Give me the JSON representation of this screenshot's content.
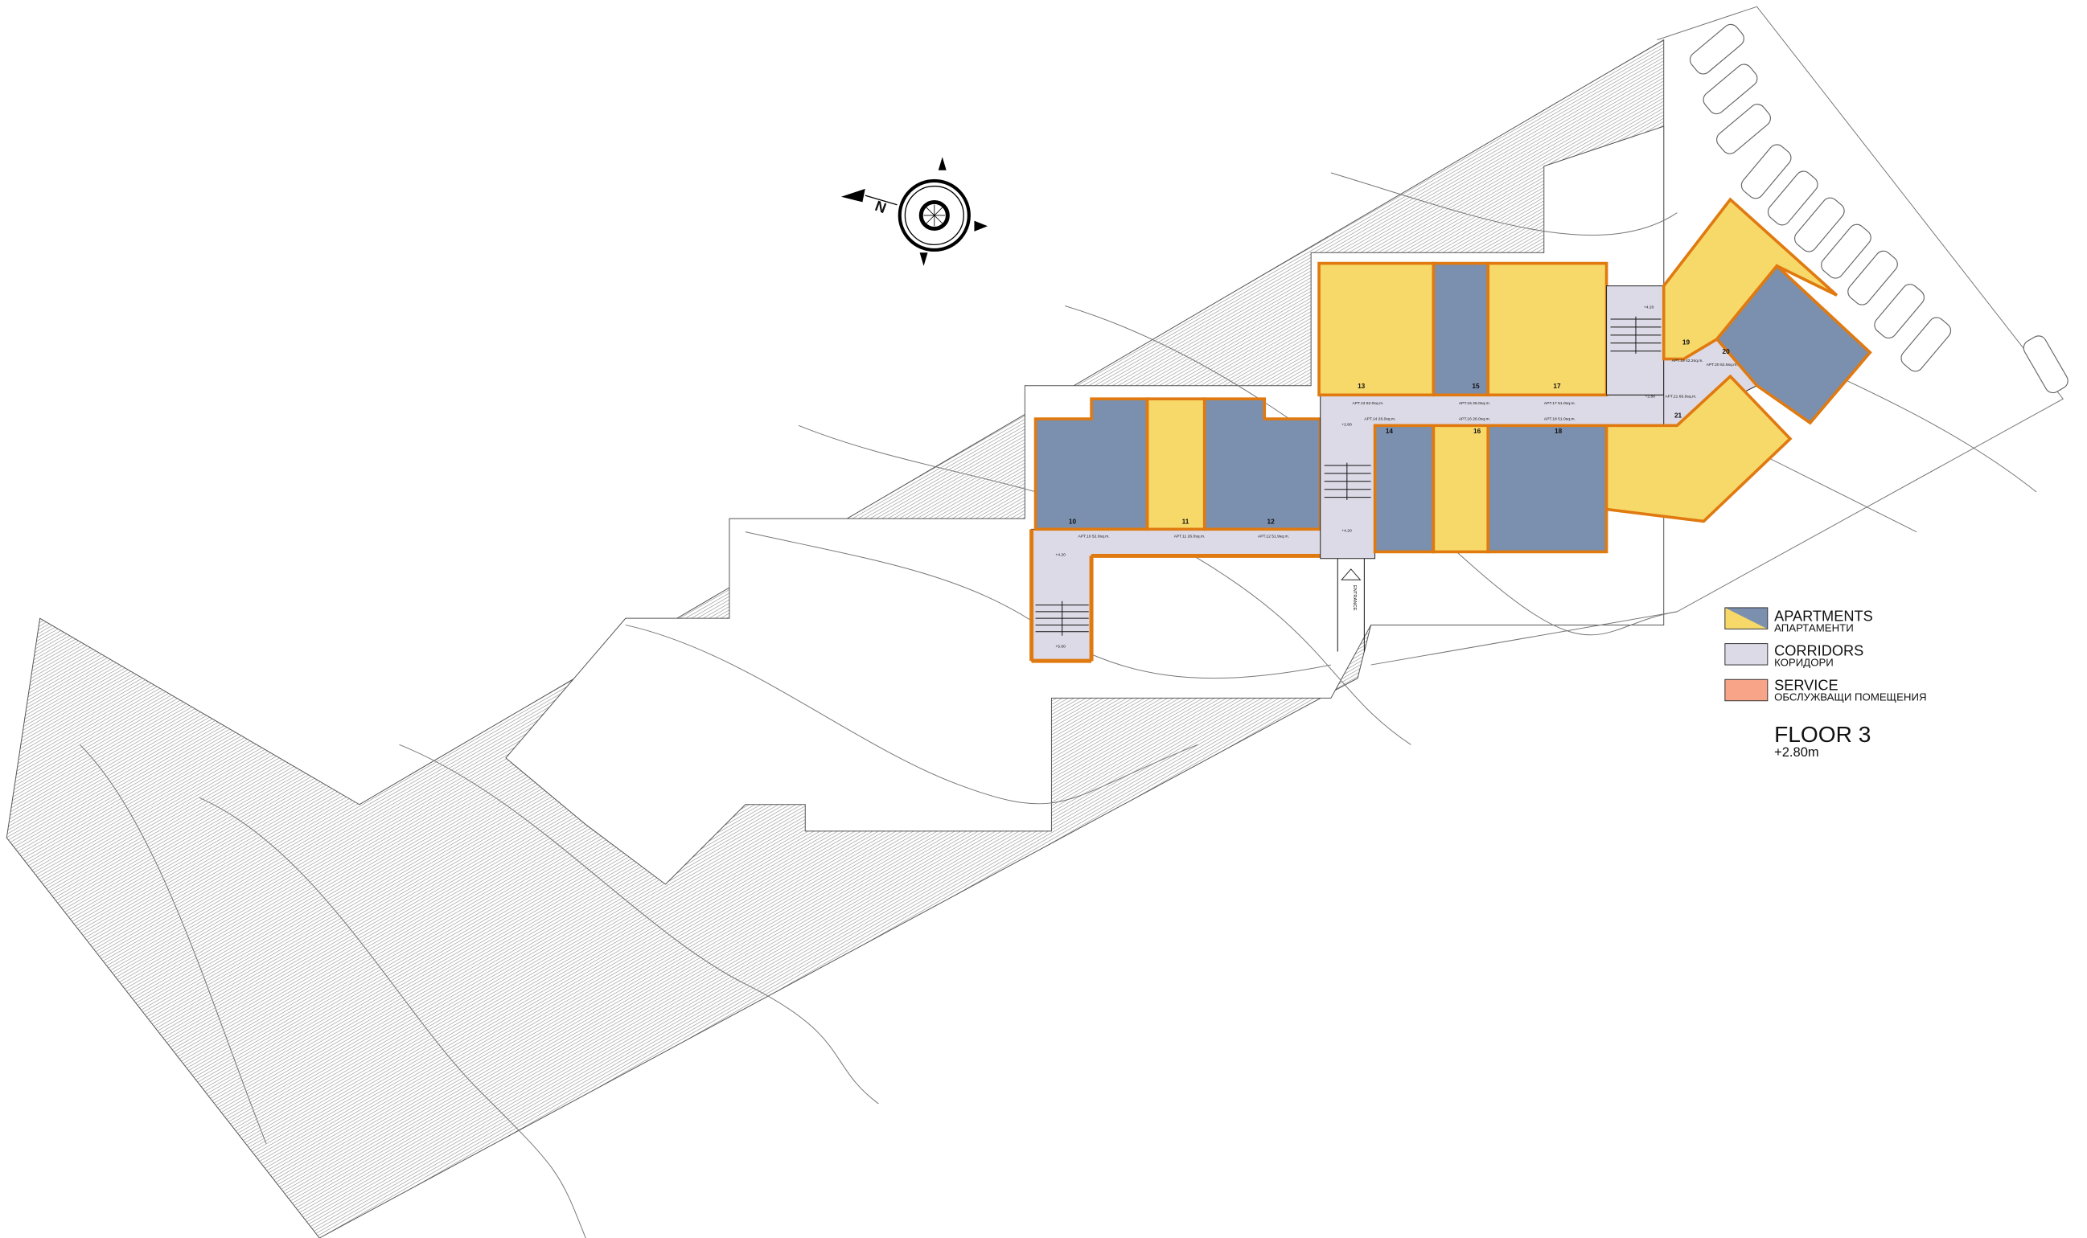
{
  "title": {
    "floor": "FLOOR 3",
    "level": "+2.80m"
  },
  "legend": [
    {
      "label": "APARTMENTS",
      "label_bg": "АПАРТАМЕНТИ",
      "colors": [
        "#7b8fae",
        "#f7d96a"
      ]
    },
    {
      "label": "CORRIDORS",
      "label_bg": "КОРИДОРИ",
      "colors": [
        "#dcdae6"
      ]
    },
    {
      "label": "SERVICE",
      "label_bg": "ОБСЛУЖВАЩИ ПОМЕЩЕНИЯ",
      "colors": [
        "#f7a488"
      ]
    }
  ],
  "compass": {
    "north": "N"
  },
  "entrance": "ENTRANCE",
  "apartments": [
    {
      "number": "10",
      "label": "APT.10 52.0sq.m."
    },
    {
      "number": "11",
      "label": "APT.11 26.0sq.m."
    },
    {
      "number": "12",
      "label": "APT.12 51.9sq.m."
    },
    {
      "number": "13",
      "label": "APT.13 52.0sq.m."
    },
    {
      "number": "14",
      "label": "APT.14 26.0sq.m."
    },
    {
      "number": "15",
      "label": "APT.15 26.0sq.m."
    },
    {
      "number": "16",
      "label": "APT.16 26.0sq.m."
    },
    {
      "number": "17",
      "label": "APT.17 51.0sq.m."
    },
    {
      "number": "18",
      "label": "APT.18 51.0sq.m."
    },
    {
      "number": "19",
      "label": "APT.19 42.2sq.m."
    },
    {
      "number": "20",
      "label": "APT.20 52.6sq.m."
    },
    {
      "number": "21",
      "label": "APT.21 66.9sq.m."
    }
  ],
  "levels": [
    "+2.80",
    "+4.20",
    "+4.20",
    "+5.60",
    "+4.20",
    "+2.80"
  ],
  "colors": {
    "apartment_blue": "#7b8fae",
    "apartment_yellow": "#f7d96a",
    "corridor": "#dcdae6",
    "service": "#f7a488",
    "walls": "#e07a10"
  }
}
